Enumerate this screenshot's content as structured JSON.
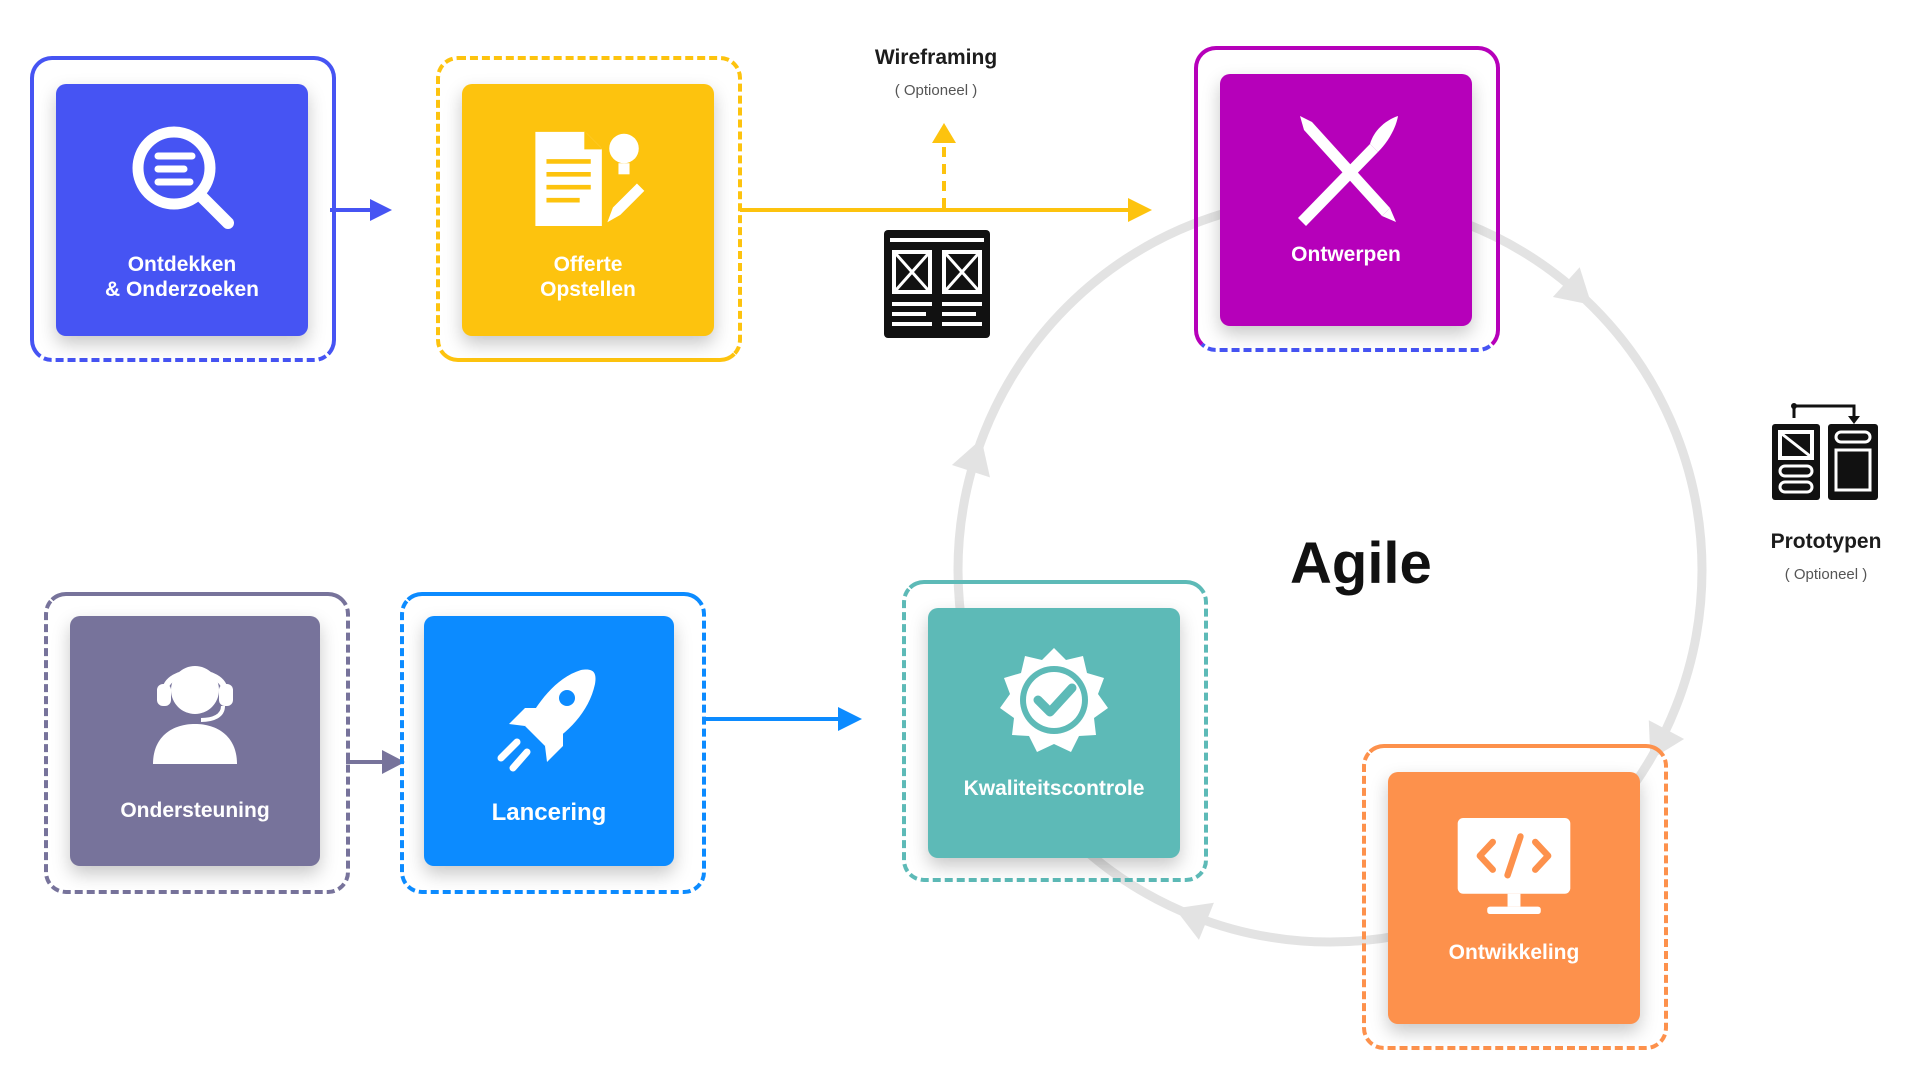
{
  "title": "Agile",
  "steps": {
    "ontdekken": {
      "label": "Ontdekken\n& Onderzoeken",
      "color": "#4654F3",
      "frame": "#4654F3"
    },
    "offerte": {
      "label": "Offerte\nOpstellen",
      "color": "#FDC30E",
      "frame": "#FDC30E"
    },
    "ontwerpen": {
      "label": "Ontwerpen",
      "color": "#B600BA",
      "frame_top": "#B600BA",
      "frame_bottom": "#4654F3"
    },
    "ontwikkeling": {
      "label": "Ontwikkeling",
      "color": "#FD914C",
      "frame": "#FD914C"
    },
    "kwaliteit": {
      "label": "Kwaliteitscontrole",
      "color": "#5DBAB7",
      "frame": "#5DBAB7"
    },
    "lancering": {
      "label": "Lancering",
      "color": "#0C8BFF",
      "frame": "#0C8BFF"
    },
    "ondersteuning": {
      "label": "Ondersteuning",
      "color": "#77739B",
      "frame": "#77739B"
    }
  },
  "optional": {
    "wireframing": {
      "title": "Wireframing",
      "sub": "( Optioneel )"
    },
    "prototypen": {
      "title": "Prototypen",
      "sub": "( Optioneel )"
    }
  },
  "cycle_color": "#E3E3E3"
}
